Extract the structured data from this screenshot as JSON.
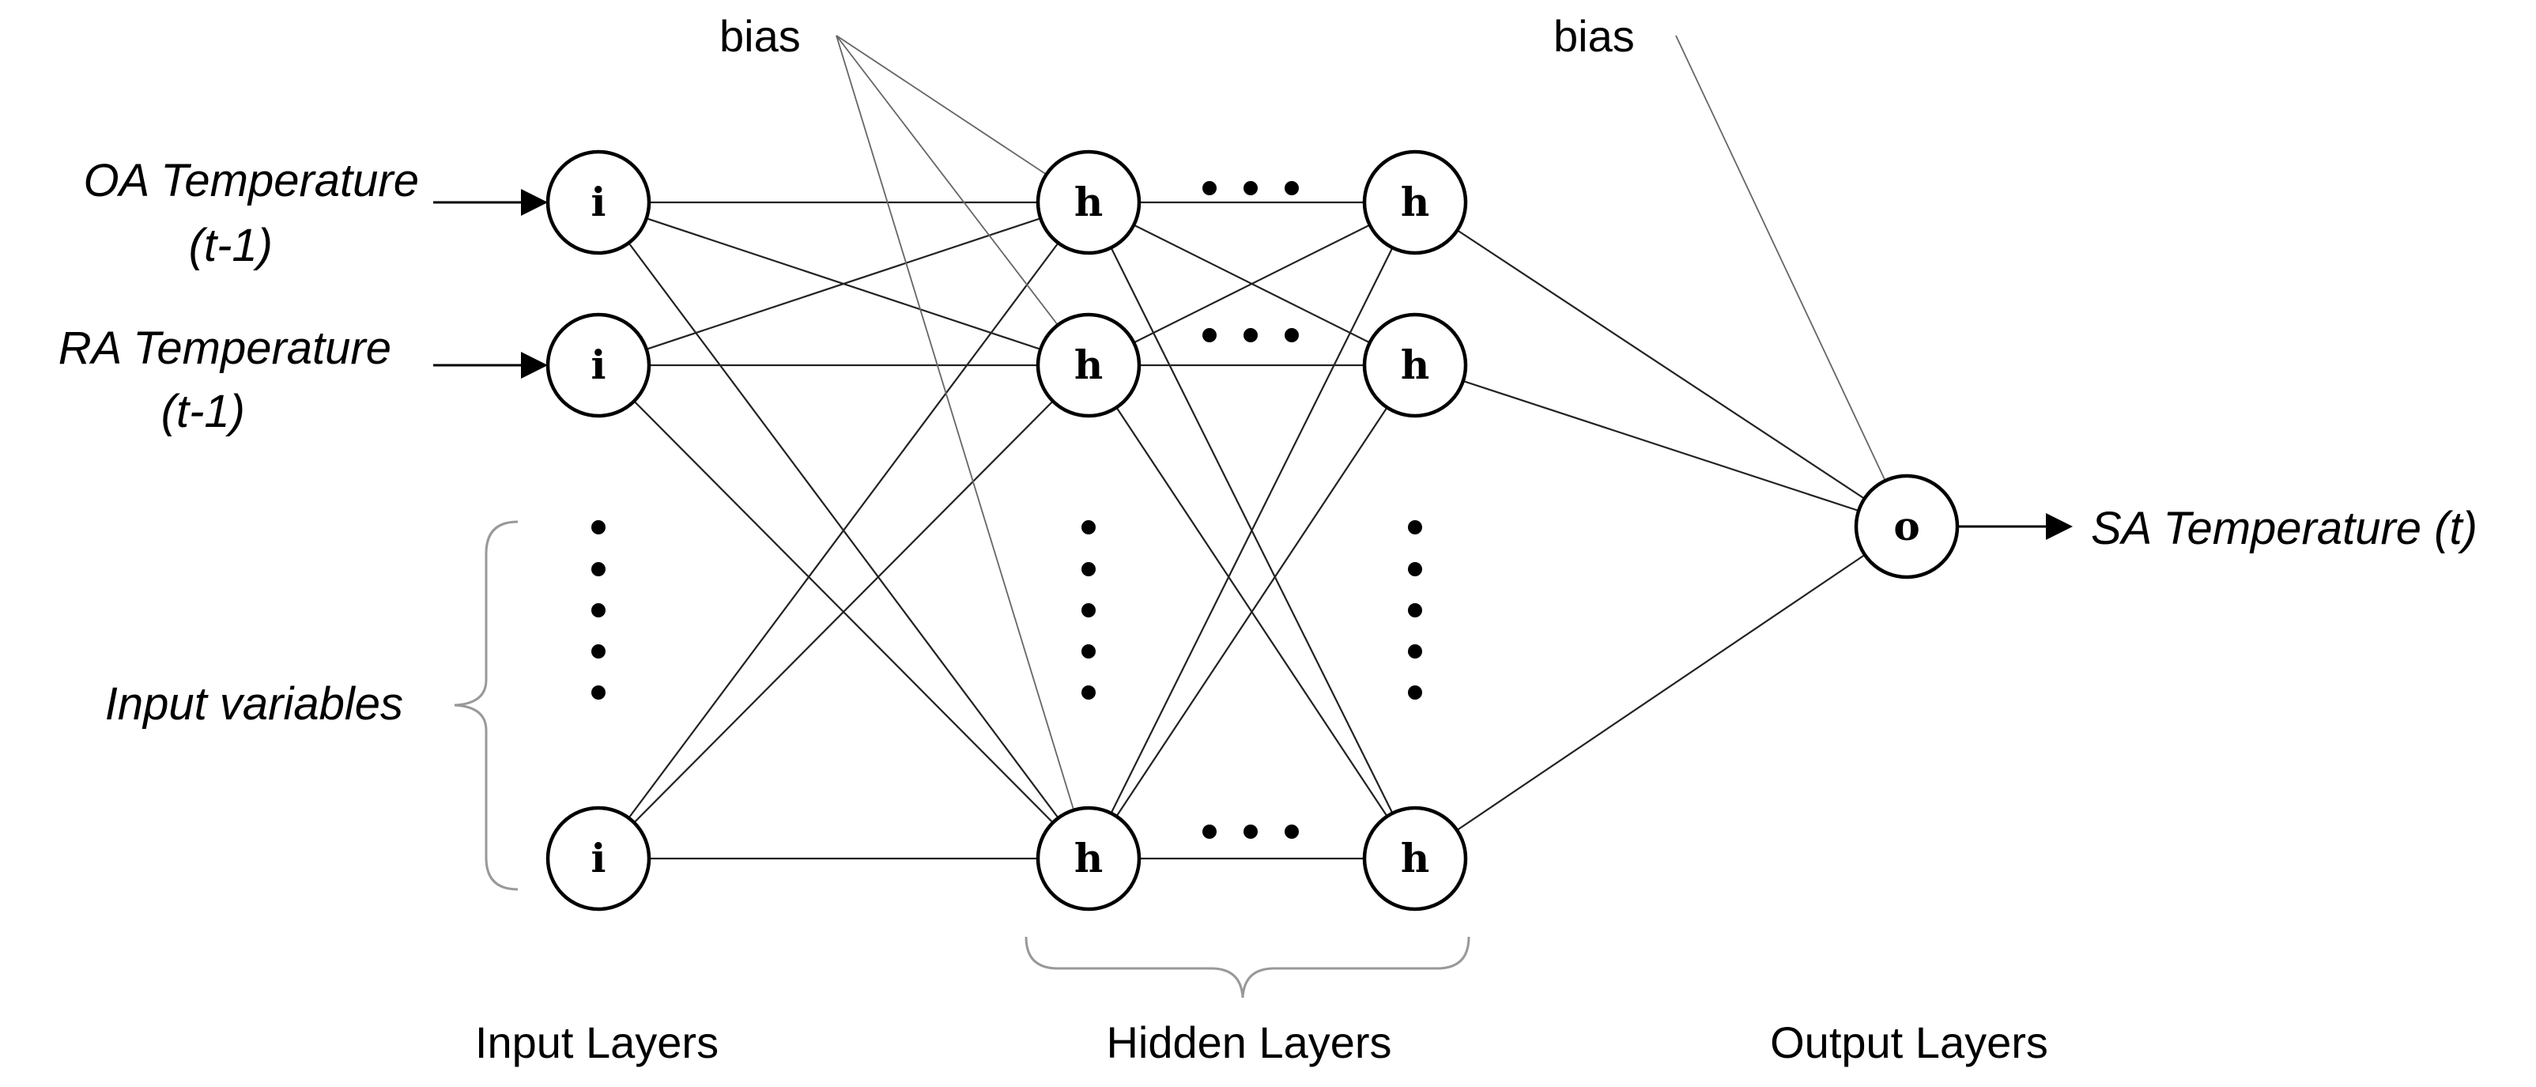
{
  "diagram": {
    "input_labels": [
      {
        "line1": "OA Temperature",
        "line2": "(t-1)"
      },
      {
        "line1": "RA Temperature",
        "line2": "(t-1)"
      }
    ],
    "input_group_label": "Input variables",
    "bias_labels": [
      "bias",
      "bias"
    ],
    "output_label": "SA Temperature (t)",
    "layer_labels": {
      "input": "Input Layers",
      "hidden": "Hidden Layers",
      "output": "Output Layers"
    },
    "node_letters": {
      "input": "i",
      "hidden": "h",
      "output": "o"
    },
    "colors": {
      "stroke": "#000000",
      "background": "#ffffff",
      "bias_line": "#666666",
      "brace": "#999999"
    }
  }
}
